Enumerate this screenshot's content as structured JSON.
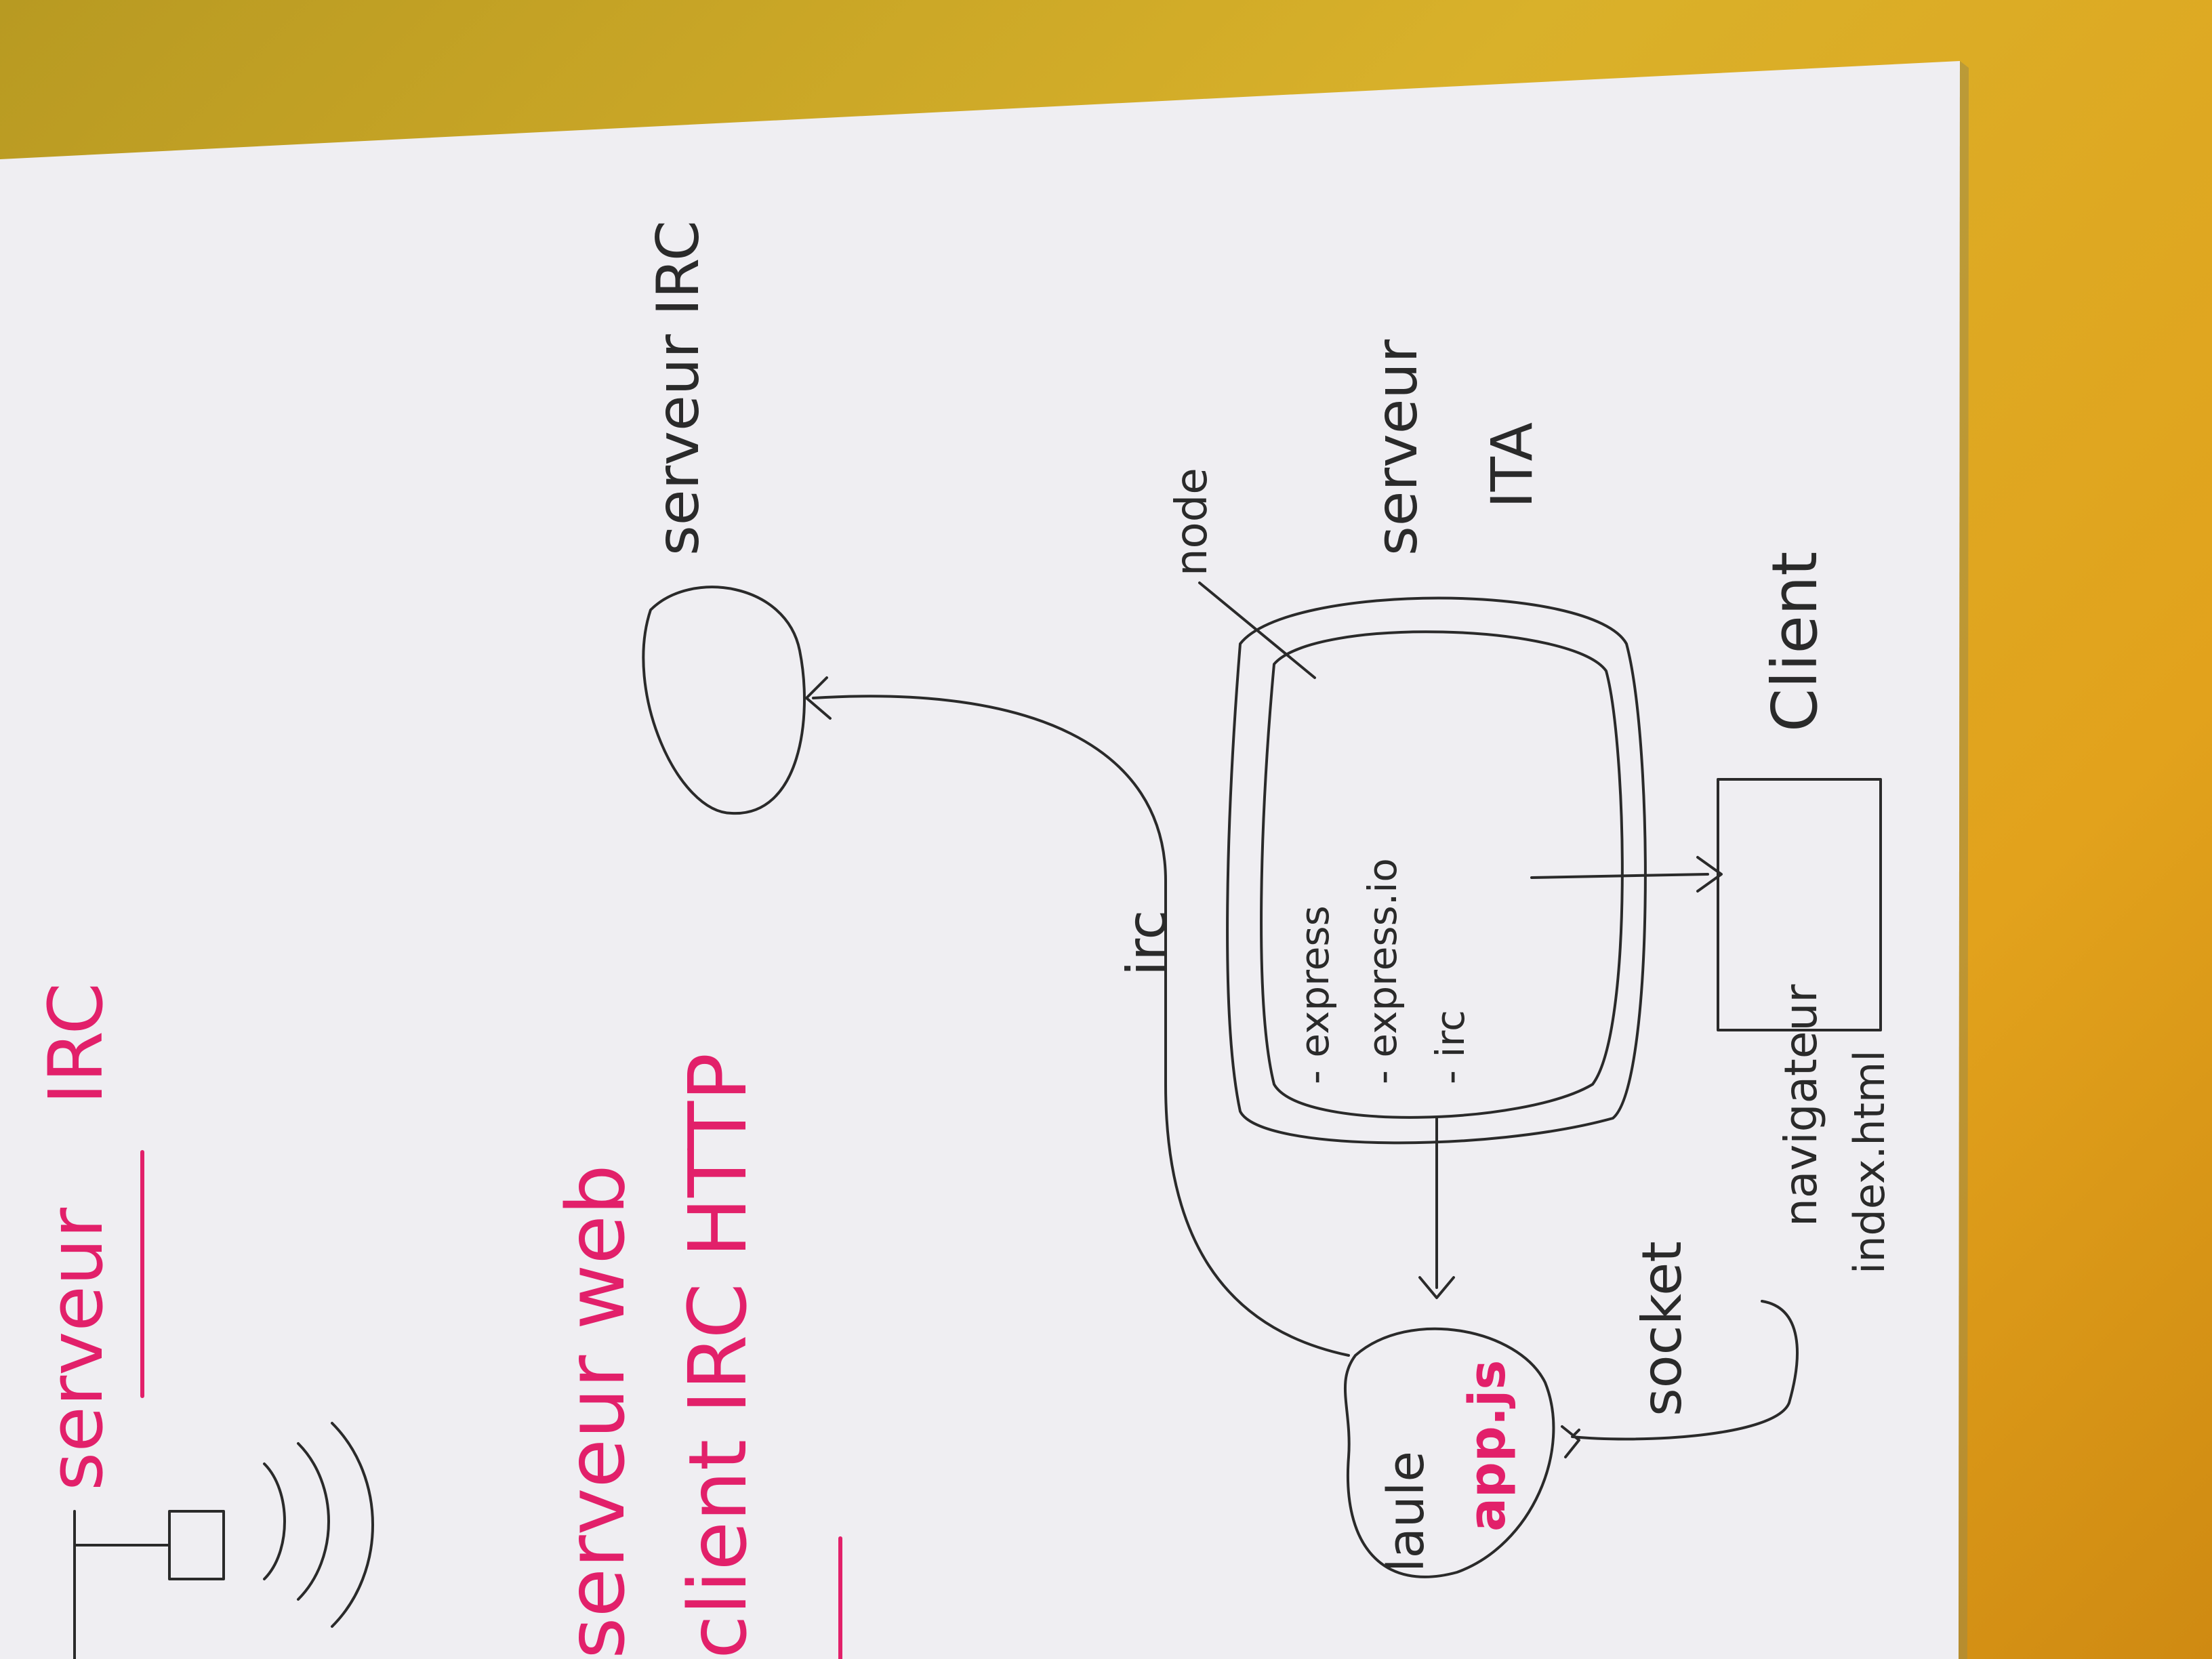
{
  "labels": {
    "serveur_irc": "serveur IRC",
    "node": "node",
    "serveur_ita_line1": "serveur",
    "serveur_ita_line2": "ITA",
    "modules": [
      "- express",
      "- express.io",
      "- irc"
    ],
    "irc_edge": "irc",
    "client": "Client",
    "navigateur": "navigateur",
    "index_html": "index.html",
    "socket": "socket",
    "laule": "laule",
    "app_js": "app.js"
  },
  "notes": {
    "serveur_top": "serveur",
    "irc_top": "IRC",
    "serveur_web": "serveur web",
    "client_irc_http": "client IRC HTTP"
  },
  "colors": {
    "ink": "#2a2a2a",
    "pink": "#e2206a",
    "paper": "#f1f0f3",
    "table": "#d9b12a"
  }
}
